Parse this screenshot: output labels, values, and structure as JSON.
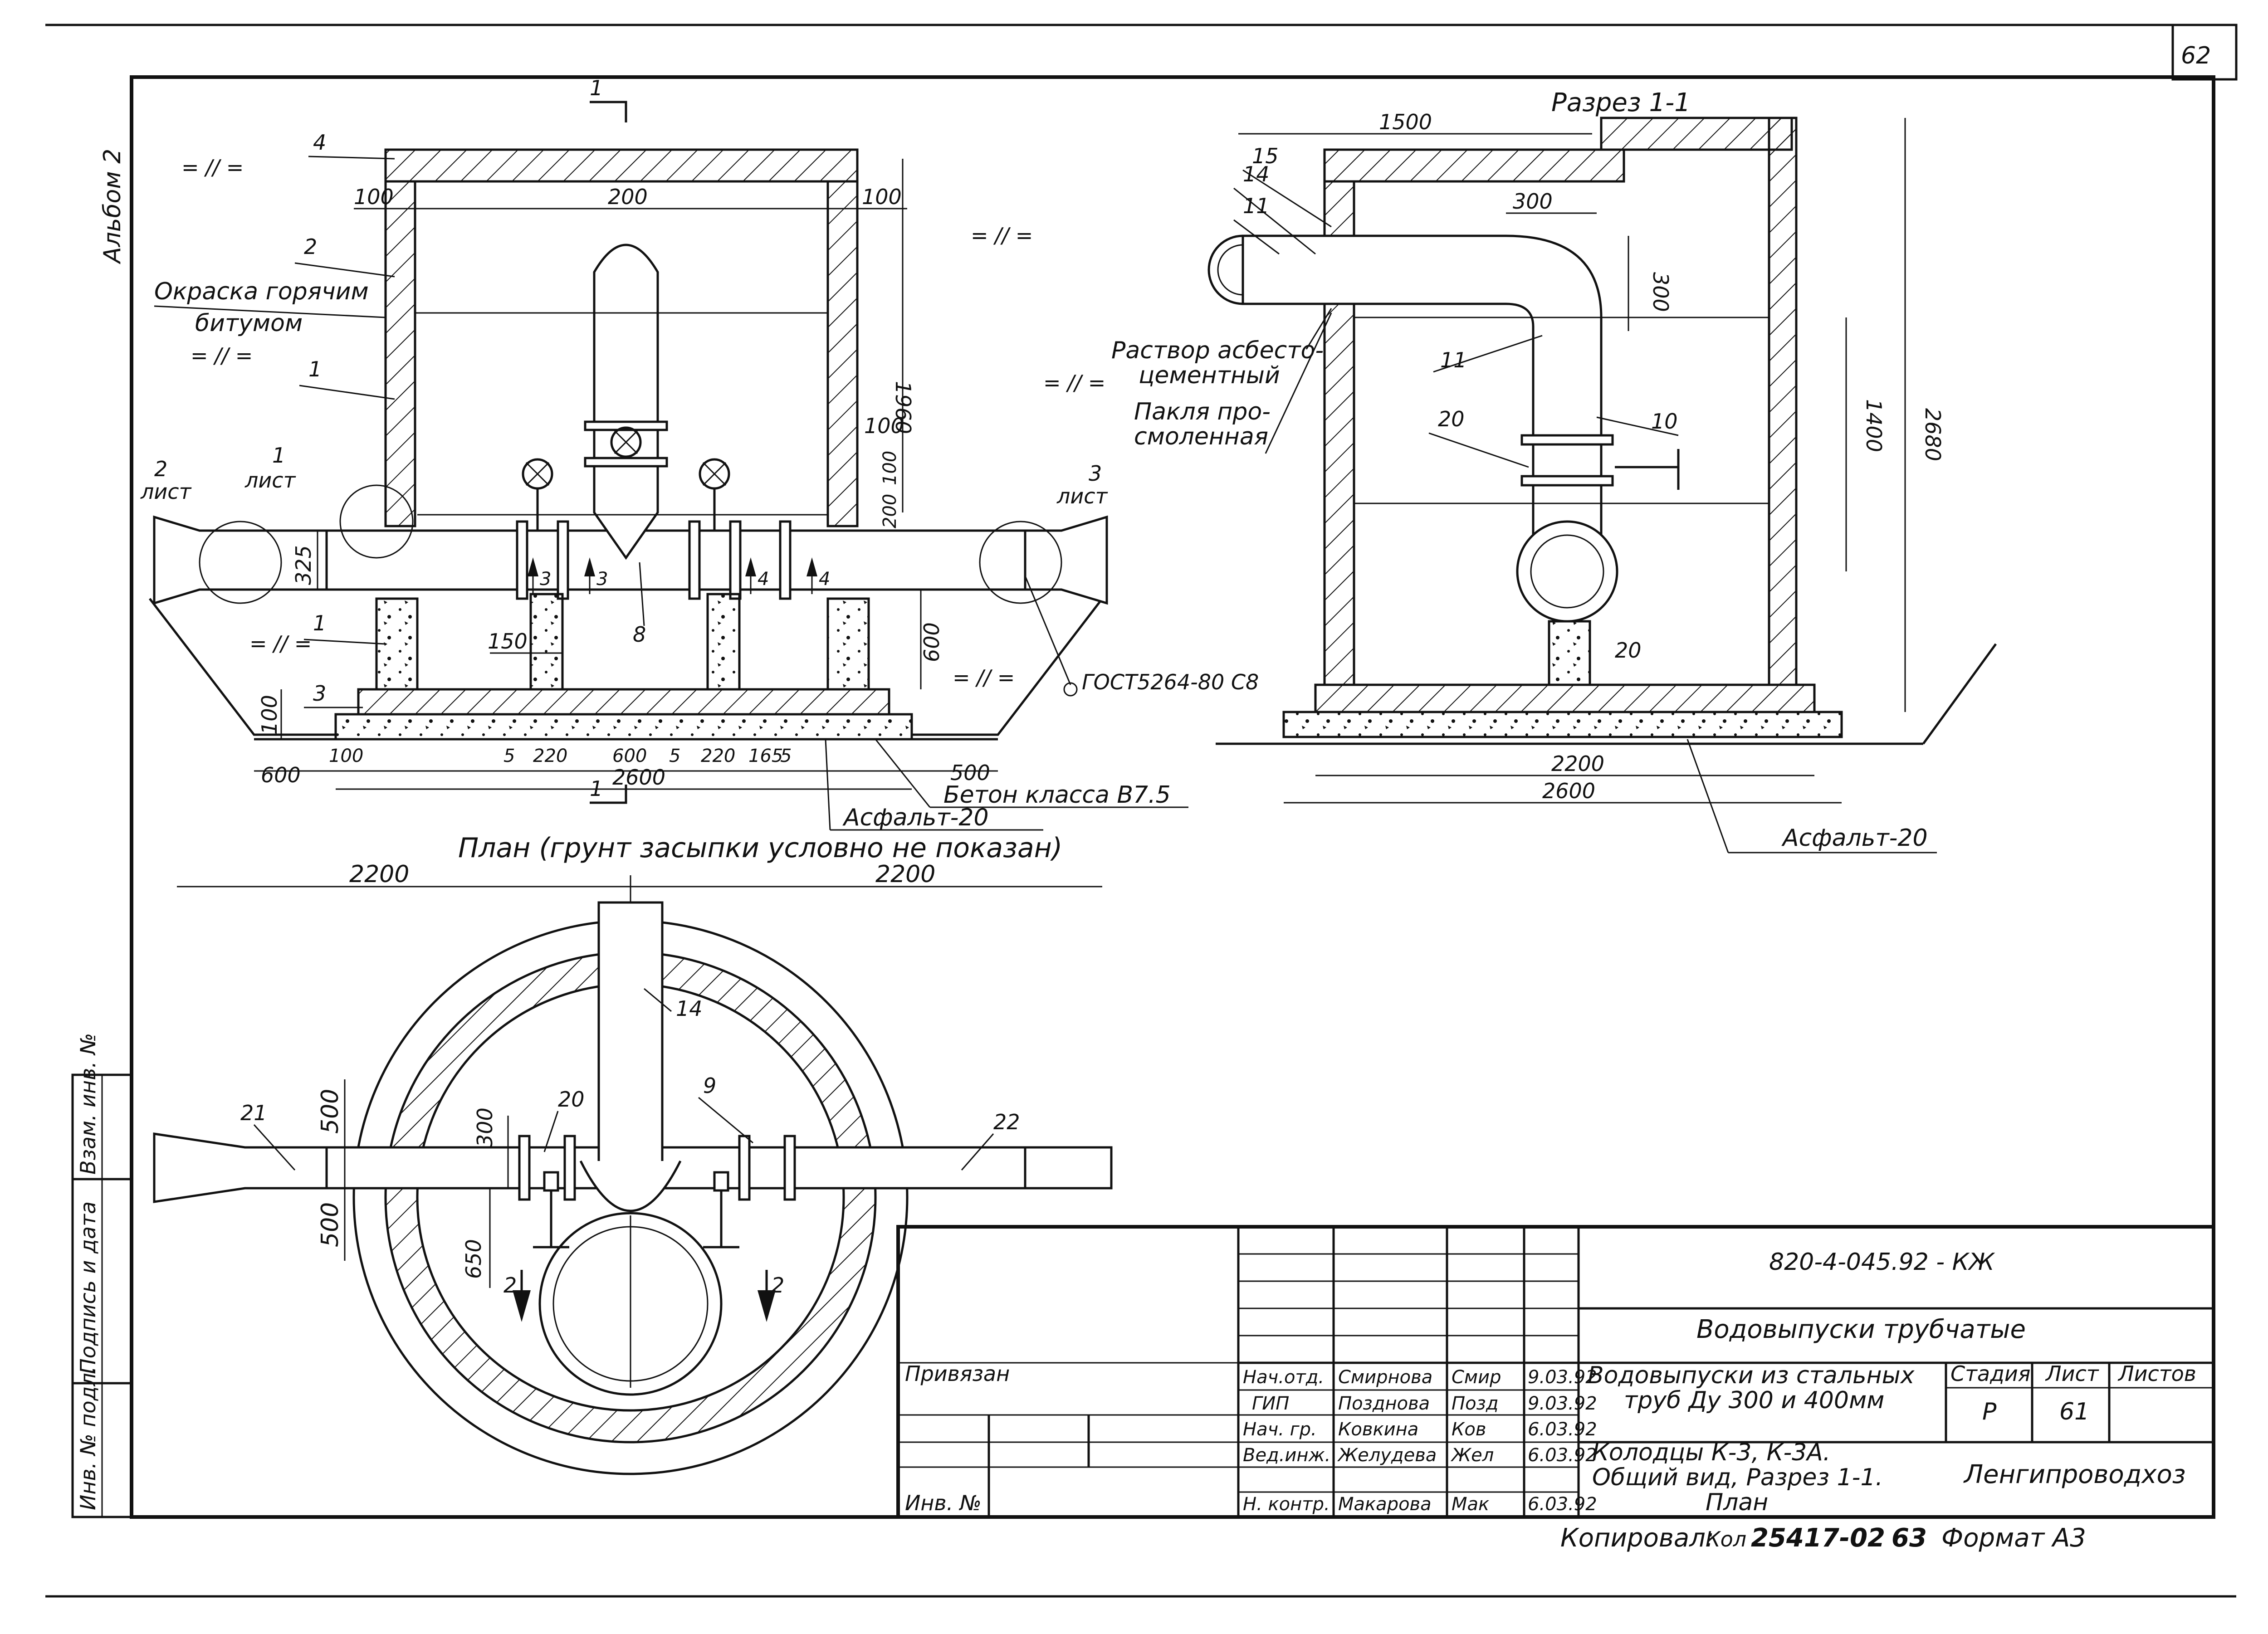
{
  "sheet": {
    "page_number": "62",
    "album": "Альбом 2",
    "format": "Формат А3",
    "copied_label": "Копировал:",
    "copied_sign": "Кол",
    "copied_number": "25417-02",
    "copied_num2": "63"
  },
  "section_main": {
    "cut_mark": "1",
    "callouts": [
      "4",
      "2",
      "1",
      "1",
      "3",
      "8",
      "2",
      "1",
      "3"
    ],
    "label_paint": "Окраска горячим",
    "label_paint2": "битумом",
    "label_list2": "лист",
    "label_list1": "лист",
    "label_list3": "лист",
    "num_list2": "2",
    "num_list1": "1",
    "num_list3": "3",
    "equals_marks": "= // =",
    "dims": {
      "d100a": "100",
      "d200": "200",
      "d100b": "100",
      "d1960": "1960",
      "d100c": "100",
      "d100d": "100",
      "d200b": "200",
      "d325": "325",
      "d150": "150",
      "d600v": "600",
      "d100e": "100",
      "d600a": "600",
      "d100f": "100",
      "d5a": "5",
      "d220a": "220",
      "d600b": "600",
      "d5b": "5",
      "d220b": "220",
      "d165": "165",
      "d5c": "5",
      "d500": "500",
      "d2600": "2600"
    },
    "label_gost": "ГОСТ5264-80 С8",
    "label_concrete": "Бетон класса В7.5",
    "label_asphalt": "Асфальт-20",
    "arrow_3a": "3",
    "arrow_3b": "3",
    "arrow_4a": "4",
    "arrow_4b": "4"
  },
  "section_11": {
    "title": "Разрез 1-1",
    "d1500": "1500",
    "d300a": "300",
    "d300b": "300",
    "d1400": "1400",
    "d2680": "2680",
    "d20": "20",
    "d2200": "2200",
    "d2600": "2600",
    "callouts": [
      "15",
      "14",
      "11",
      "11",
      "20",
      "10"
    ],
    "label_mortar": "Раствор асбесто-",
    "label_mortar2": "цементный",
    "label_oakum": "Пакля про-",
    "label_oakum2": "смоленная",
    "label_asphalt": "Асфальт-20"
  },
  "plan": {
    "title": "План (грунт засыпки условно не показан)",
    "d2200a": "2200",
    "d2200b": "2200",
    "d500a": "500",
    "d500b": "500",
    "d300": "300",
    "d650": "650",
    "callouts": [
      "14",
      "20",
      "9",
      "21",
      "22"
    ],
    "cut2": "2"
  },
  "side_stamp": {
    "cells": [
      "Взам. инв. №",
      "Подпись и дата",
      "Инв. № подл."
    ]
  },
  "title_block": {
    "doc_code": "820-4-045.92 - КЖ",
    "series_title": "Водовыпуски трубчатые",
    "subtitle": "Водовыпуски из стальных",
    "subtitle2": "труб Ду 300 и 400мм",
    "sheet_title": "Колодцы К-3, К-3А.",
    "sheet_title2": "Общий вид, Разрез 1-1.",
    "sheet_title3": "План",
    "org": "Ленгипроводхоз",
    "stage_label": "Стадия",
    "sheet_label": "Лист",
    "sheets_label": "Листов",
    "stage": "Р",
    "sheet": "61",
    "privyazan": "Привязан",
    "inv_no": "Инв. №",
    "rows": [
      {
        "role": "Нач.отд.",
        "name": "Смирнова",
        "sign": "Смир",
        "date": "9.03.92"
      },
      {
        "role": "ГИП",
        "name": "Позднова",
        "sign": "Позд",
        "date": "9.03.92"
      },
      {
        "role": "Нач. гр.",
        "name": "Ковкина",
        "sign": "Ков",
        "date": "6.03.92"
      },
      {
        "role": "Вед.инж.",
        "name": "Желудева",
        "sign": "Жел",
        "date": "6.03.92"
      },
      {
        "role": "Н. контр.",
        "name": "Макарова",
        "sign": "Мак",
        "date": "6.03.92"
      }
    ]
  }
}
